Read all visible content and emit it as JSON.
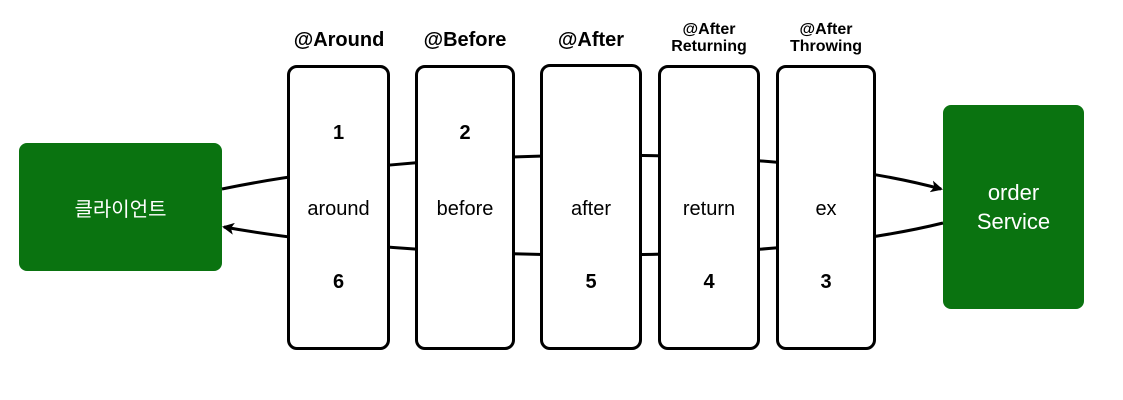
{
  "colors": {
    "green": "#0a7310",
    "border": "#000000",
    "text_on_green": "#ffffff"
  },
  "client": {
    "label": "클라이언트"
  },
  "service": {
    "line1": "order",
    "line2": "Service"
  },
  "columns": [
    {
      "header": "@Around",
      "value": "around",
      "top_num": "1",
      "bottom_num": "6"
    },
    {
      "header": "@Before",
      "value": "before",
      "top_num": "2",
      "bottom_num": ""
    },
    {
      "header": "@After",
      "value": "after",
      "top_num": "",
      "bottom_num": "5"
    },
    {
      "header_line1": "@After",
      "header_line2": "Returning",
      "value": "return",
      "top_num": "",
      "bottom_num": "4"
    },
    {
      "header_line1": "@After",
      "header_line2": "Throwing",
      "value": "ex",
      "top_num": "",
      "bottom_num": "3"
    }
  ]
}
